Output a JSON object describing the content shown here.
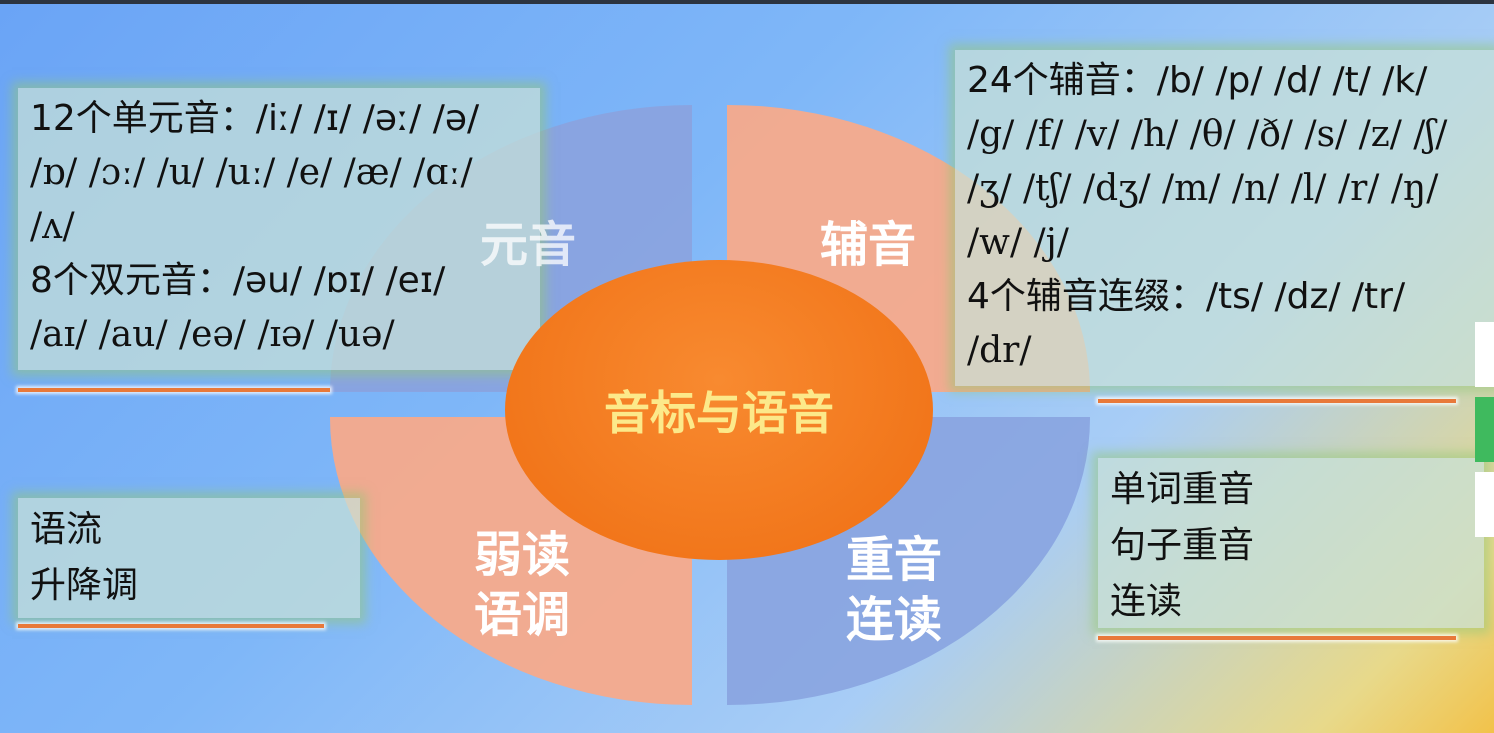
{
  "slide": {
    "center_title": "音标与语音",
    "quadrants": {
      "top_left": "元音",
      "top_right": "辅音",
      "bottom_left": [
        "弱读",
        "语调"
      ],
      "bottom_right": [
        "重音",
        "连读"
      ]
    },
    "vowels_box": {
      "line1": "12个单元音：/iː/ /ɪ/ /əː/ /ə/",
      "line2": "/ɒ/  /ɔː/  /u/  /uː/  /e/  /æ/  /ɑː/",
      "line3": "/ʌ/",
      "line4": "8个双元音：/əu/  /ɒɪ/  /eɪ/",
      "line5": "/aɪ/ /au/ /eə/ /ɪə/ /uə/"
    },
    "consonants_box": {
      "line1": "24个辅音：/b/  /p/  /d/  /t/  /k/",
      "line2": "/g/  /f/  /v/  /h/  /θ/  /ð/  /s/  /z/  /ʃ/",
      "line3": "/ʒ/  /tʃ/  /dʒ/  /m/  /n/  /l/  /r/  /ŋ/",
      "line4": "/w/  /j/",
      "line5": "4个辅音连缀：/ts/  /dz/  /tr/",
      "line6": "/dr/"
    },
    "weak_box": [
      "语流",
      "升降调"
    ],
    "stress_box": [
      "单词重音",
      "句子重音",
      "连读"
    ]
  },
  "colors": {
    "orange": "#ef6e12",
    "salmon": "#f7aa8b",
    "blue": "#8ba5e2",
    "underline": "#e8793a",
    "side_green": "#3fba5e"
  }
}
